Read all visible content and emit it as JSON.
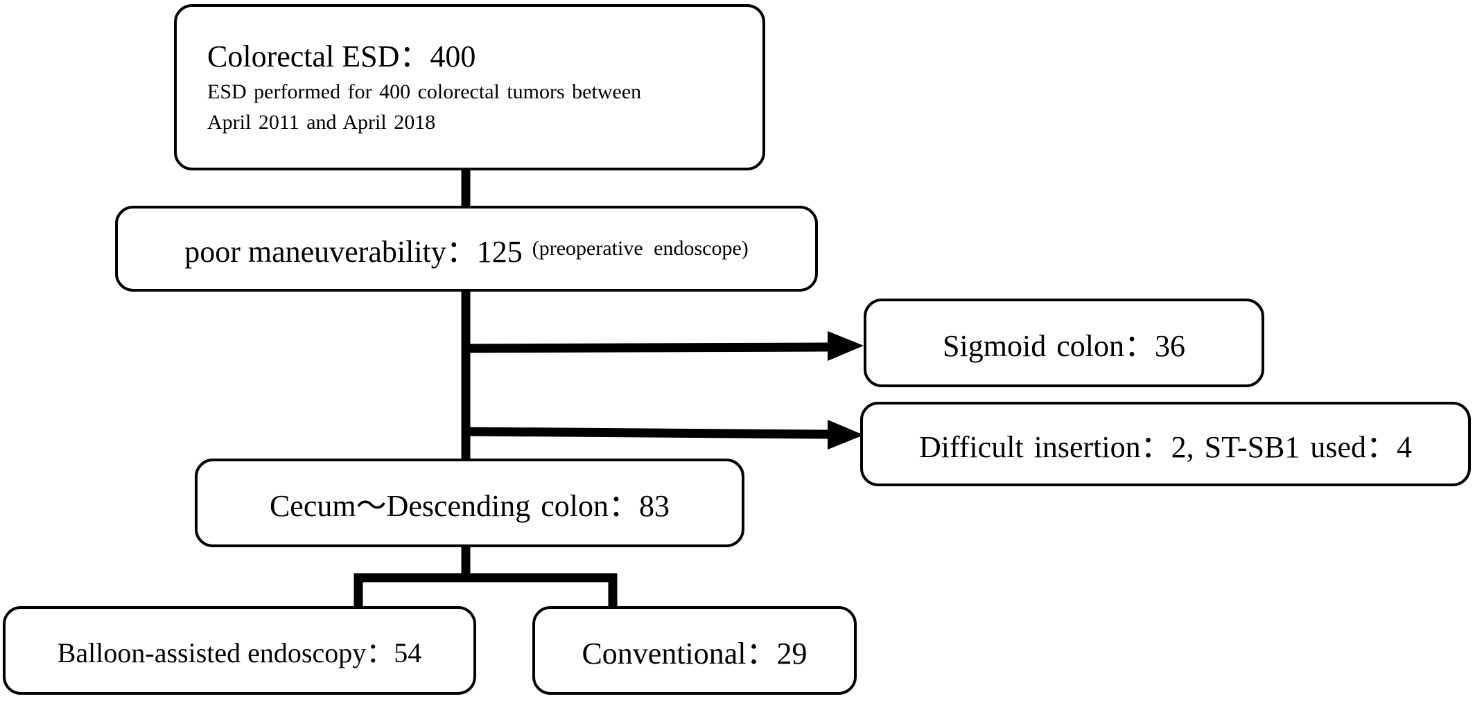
{
  "nodes": {
    "start": {
      "title": "Colorectal ESD：400",
      "line1": "ESD performed for 400 colorectal tumors between",
      "line2": "April 2011 and April 2018"
    },
    "poor": {
      "label": "poor maneuverability：125",
      "note": "(preoperative endoscope)"
    },
    "sigmoid": {
      "label": "Sigmoid colon：36"
    },
    "difficult": {
      "label": "Difficult insertion：2, ST-SB1 used：4"
    },
    "cecum": {
      "label": "Cecum～Descending colon：83"
    },
    "balloon": {
      "label": "Balloon-assisted endoscopy：54"
    },
    "conventional": {
      "label": "Conventional：29"
    }
  },
  "style": {
    "line_color": "#000000",
    "box_border": "#000000",
    "background": "#ffffff"
  }
}
